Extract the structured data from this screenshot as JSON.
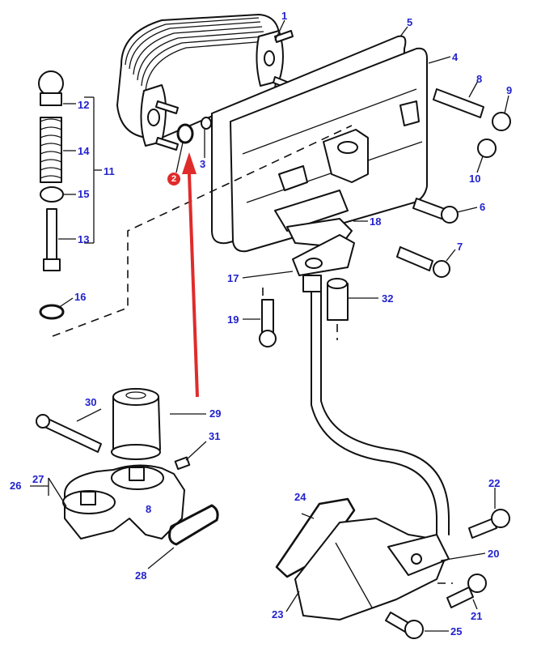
{
  "diagram": {
    "title": "Oil cooler, filter and pump assembly - exploded parts view",
    "highlight": {
      "label": "2",
      "color": "#e02b2b",
      "arrow_color": "#e02b2b"
    },
    "label_color": "#2222cc",
    "callouts": [
      {
        "id": "1",
        "part": "oil-cooler"
      },
      {
        "id": "3",
        "part": "o-ring-small"
      },
      {
        "id": "4",
        "part": "cooler-housing"
      },
      {
        "id": "5",
        "part": "housing-gasket"
      },
      {
        "id": "6",
        "part": "bolt"
      },
      {
        "id": "7",
        "part": "bolt"
      },
      {
        "id": "8",
        "part": "stud"
      },
      {
        "id": "9",
        "part": "nut"
      },
      {
        "id": "10",
        "part": "nut"
      },
      {
        "id": "11",
        "part": "relief-valve-kit"
      },
      {
        "id": "12",
        "part": "plug"
      },
      {
        "id": "13",
        "part": "valve-pin"
      },
      {
        "id": "14",
        "part": "spring"
      },
      {
        "id": "15",
        "part": "valve-cap"
      },
      {
        "id": "16",
        "part": "washer"
      },
      {
        "id": "17",
        "part": "pipe-flange"
      },
      {
        "id": "18",
        "part": "flange-gasket"
      },
      {
        "id": "19",
        "part": "bolt"
      },
      {
        "id": "20",
        "part": "pump-gasket"
      },
      {
        "id": "21",
        "part": "bolt"
      },
      {
        "id": "22",
        "part": "bolt"
      },
      {
        "id": "23",
        "part": "oil-pump"
      },
      {
        "id": "24",
        "part": "pump-gasket"
      },
      {
        "id": "25",
        "part": "bolt"
      },
      {
        "id": "26",
        "part": "filter-head-assembly"
      },
      {
        "id": "27",
        "part": "adapter"
      },
      {
        "id": "28",
        "part": "filter-head-gasket"
      },
      {
        "id": "29",
        "part": "oil-filter"
      },
      {
        "id": "30",
        "part": "bolt"
      },
      {
        "id": "31",
        "part": "plug"
      },
      {
        "id": "32",
        "part": "suction-pipe"
      },
      {
        "id": "8b",
        "text": "8",
        "part": "port"
      }
    ]
  }
}
